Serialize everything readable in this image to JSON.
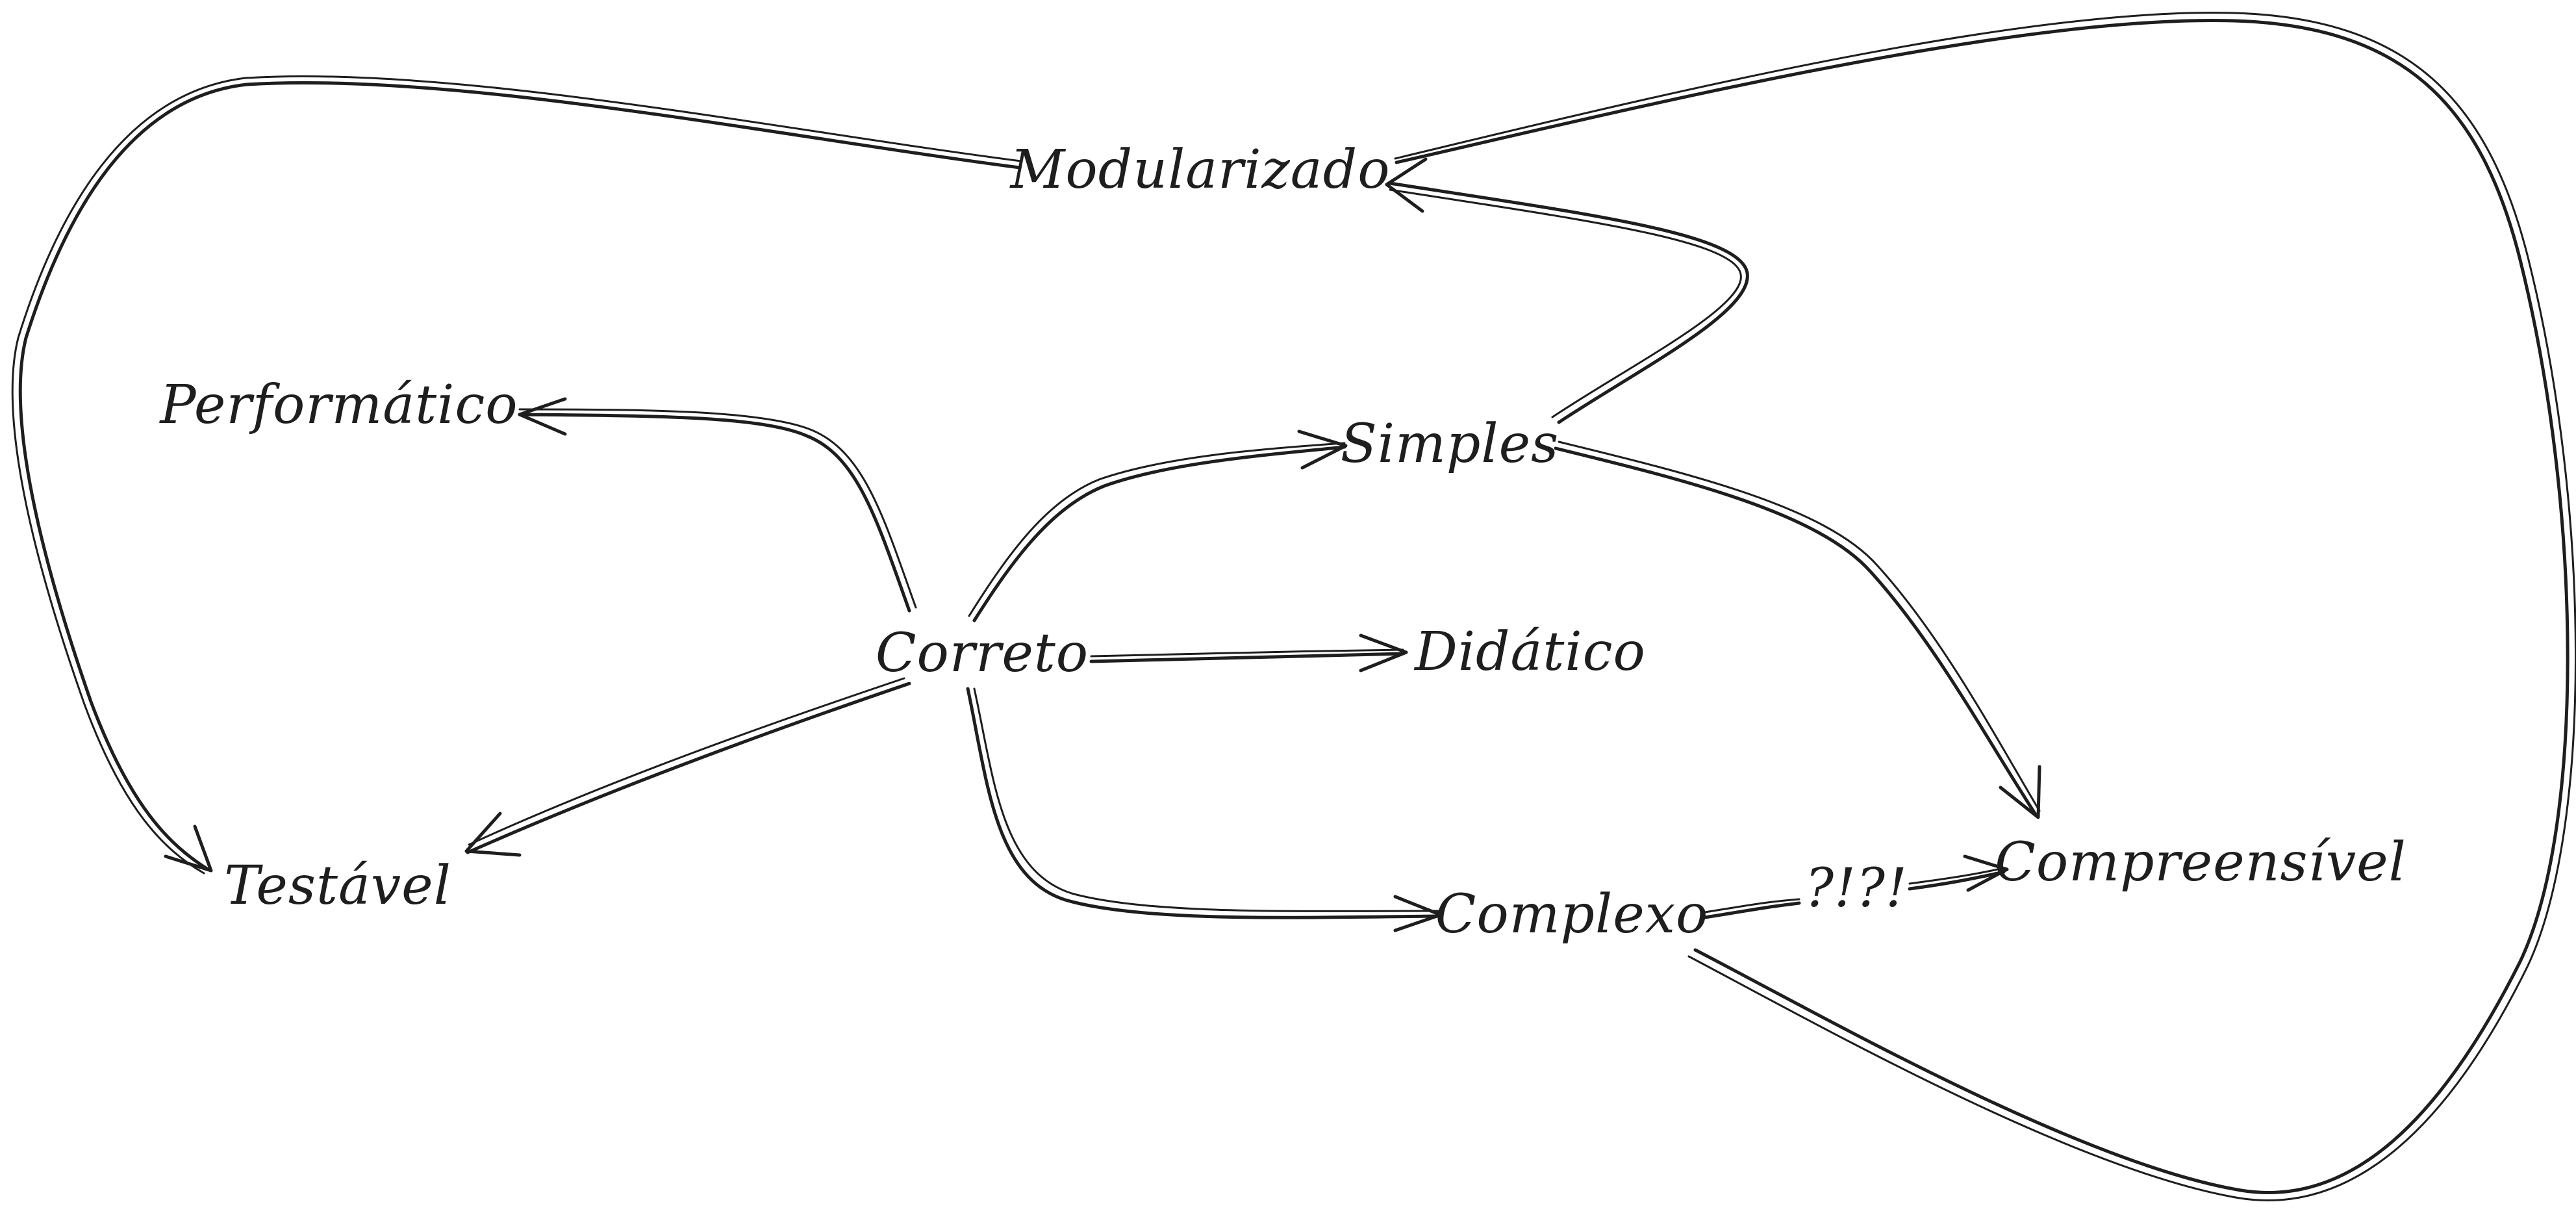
{
  "diagram": {
    "nodes": {
      "modularizado": "Modularizado",
      "performatico": "Performático",
      "simples": "Simples",
      "correto": "Correto",
      "didatico": "Didático",
      "testavel": "Testável",
      "complexo": "Complexo",
      "interrobang": "?!?!",
      "compreensivel": "Compreensível"
    },
    "edges": [
      {
        "from": "Correto",
        "to": "Performático"
      },
      {
        "from": "Correto",
        "to": "Simples"
      },
      {
        "from": "Correto",
        "to": "Didático"
      },
      {
        "from": "Correto",
        "to": "Testável"
      },
      {
        "from": "Correto",
        "to": "Complexo"
      },
      {
        "from": "Simples",
        "to": "Modularizado"
      },
      {
        "from": "Simples",
        "to": "Compreensível"
      },
      {
        "from": "Complexo",
        "to": "?!?!"
      },
      {
        "from": "?!?!",
        "to": "Compreensível"
      },
      {
        "from": "Complexo",
        "to": "Modularizado"
      },
      {
        "from": "Modularizado",
        "to": "Testável"
      }
    ]
  }
}
